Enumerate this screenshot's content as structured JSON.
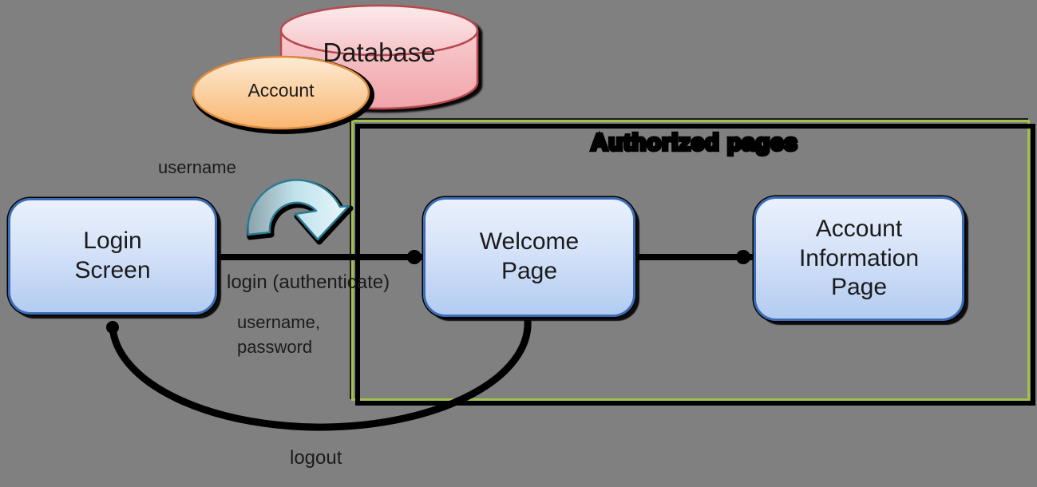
{
  "canvas": {
    "background": "#808080"
  },
  "nodes": {
    "database": {
      "label": "Database",
      "shape": "cylinder",
      "fill": "#F5BDC2",
      "border": "#B5494F"
    },
    "account": {
      "label": "Account",
      "shape": "ellipse",
      "fill": "#FBCD93",
      "border": "#DE8A3D"
    },
    "login_screen": {
      "lines": [
        "Login",
        "Screen"
      ],
      "fill": "#CBDCF5",
      "border": "#3D6CB4"
    },
    "welcome_page": {
      "lines": [
        "Welcome",
        "Page"
      ],
      "fill": "#CBDCF5",
      "border": "#3D6CB4"
    },
    "account_info_page": {
      "lines": [
        "Account",
        "Information",
        "Page"
      ],
      "fill": "#CBDCF5",
      "border": "#3D6CB4"
    }
  },
  "group_box": {
    "title": "Authorized pages",
    "border_color": "#000000",
    "accent_color": "#A0C24C"
  },
  "edges": {
    "username_fetch": {
      "label": "username",
      "style": "teal-arch-arrow",
      "arrow_fill": "#BFE0EA",
      "arrow_border": "#2B7A91"
    },
    "login_transition": {
      "label": "login (authenticate)",
      "params_lines": [
        "username,",
        "password"
      ]
    },
    "logout_transition": {
      "label": "logout"
    }
  }
}
